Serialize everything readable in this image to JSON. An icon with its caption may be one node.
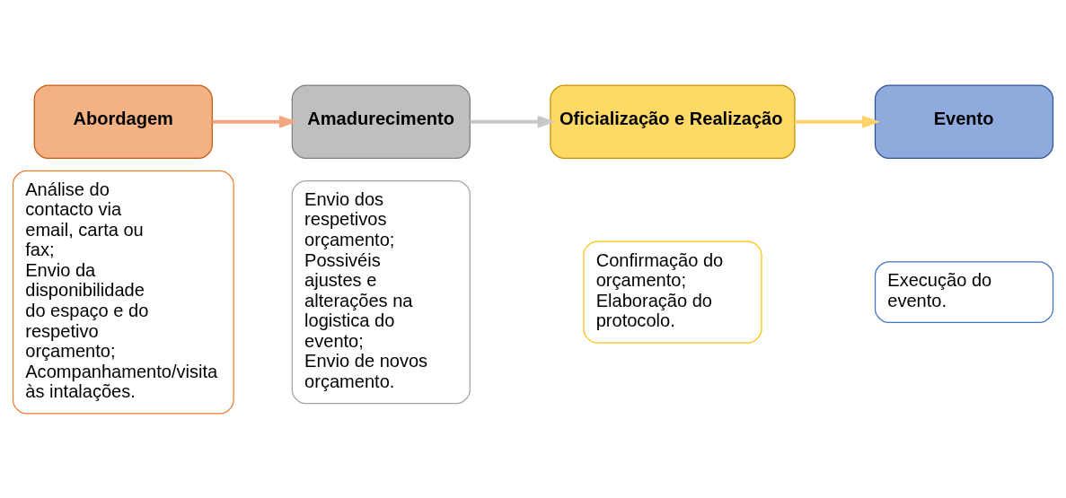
{
  "diagram": {
    "nodes": [
      {
        "text": [
          "Abordagem"
        ]
      },
      {
        "text": [
          "Análise do contacto via email, carta ou fax;",
          "Envio da disponibilidade do espaço e do respetivo orçamento;",
          "Acompanhamento/visita às intalações."
        ]
      },
      {
        "text": [
          "Amadurecimento"
        ]
      },
      {
        "text": [
          "Envio dos respetivos orçamento;",
          "Possivéis ajustes e alterações na logistica do evento;",
          "Envio de novos orçamento."
        ]
      },
      {
        "text": [
          "Oficialização e Realização"
        ]
      },
      {
        "text": [
          "Confirmação do orçamento;",
          "Elaboração do protocolo."
        ]
      },
      {
        "text": [
          "Evento"
        ]
      },
      {
        "text": [
          "Execução do evento."
        ]
      }
    ],
    "edges": [
      {
        "from": 0,
        "to": 2,
        "arrow": "to",
        "color": "#f4a582"
      },
      {
        "from": 2,
        "to": 4,
        "arrow": "to",
        "color": "#c8c8c8"
      },
      {
        "from": 4,
        "to": 6,
        "arrow": "to",
        "color": "#ffd36b"
      }
    ]
  }
}
